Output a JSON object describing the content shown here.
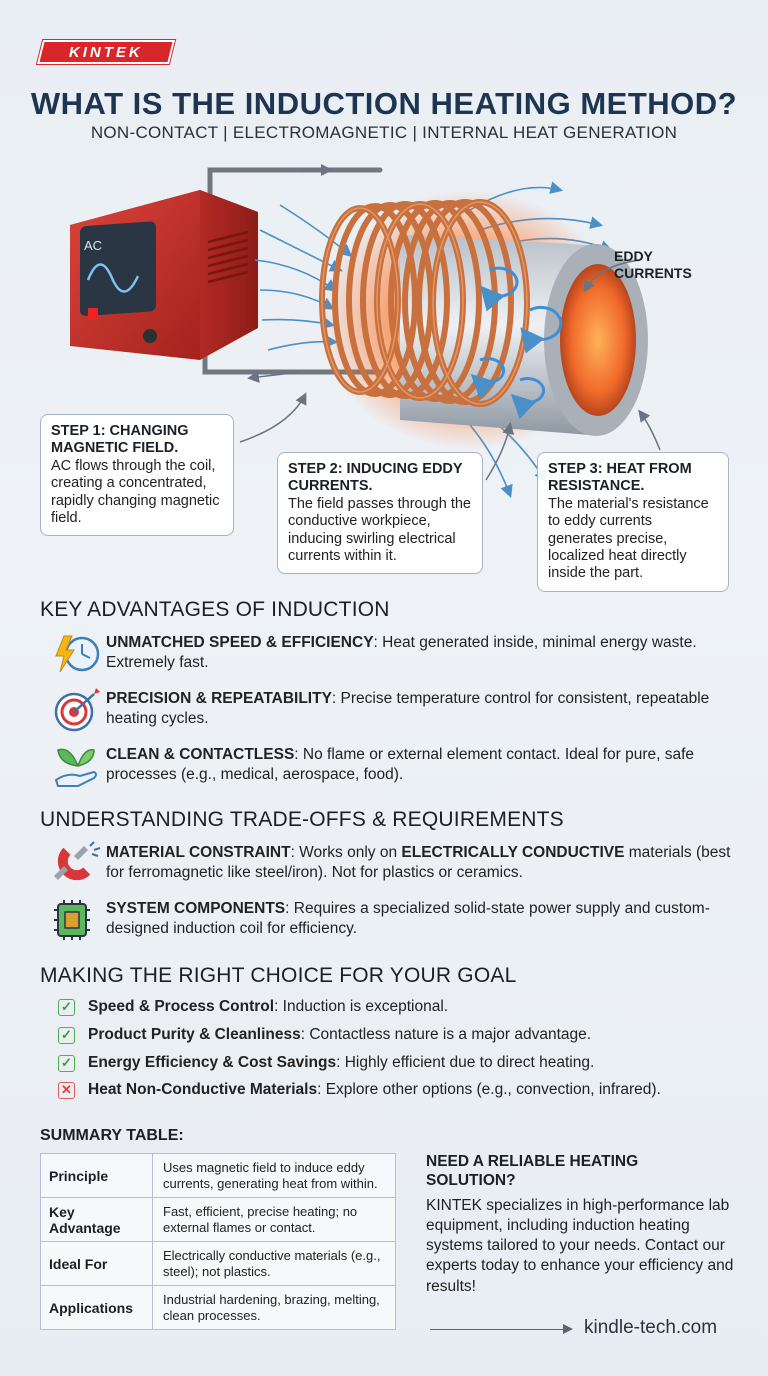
{
  "brand": {
    "logo_text": "KINTEK",
    "website": "kindle-tech.com"
  },
  "header": {
    "title": "WHAT IS THE INDUCTION HEATING METHOD?",
    "subtitle": "NON-CONTACT | ELECTROMAGNETIC | INTERNAL HEAT GENERATION"
  },
  "illustration": {
    "power_label": "AC",
    "eddy_label_line1": "EDDY",
    "eddy_label_line2": "CURRENTS",
    "steps": [
      {
        "title": "STEP 1: CHANGING MAGNETIC FIELD.",
        "body": "AC flows through the coil, creating a concentrated, rapidly changing magnetic field."
      },
      {
        "title": "STEP 2: INDUCING EDDY CURRENTS.",
        "body": "The field passes through the conductive workpiece, inducing swirling electrical currents within it."
      },
      {
        "title": "STEP 3: HEAT FROM RESISTANCE.",
        "body": "The material's resistance to eddy currents generates precise, localized heat directly inside the part."
      }
    ]
  },
  "advantages": {
    "title": "KEY ADVANTAGES OF INDUCTION",
    "items": [
      {
        "icon": "lightning-clock-icon",
        "bold": "UNMATCHED SPEED & EFFICIENCY",
        "text": ": Heat generated inside, minimal energy waste. Extremely fast."
      },
      {
        "icon": "target-icon",
        "bold": "PRECISION & REPEATABILITY",
        "text": ": Precise temperature control for consistent, repeatable heating cycles."
      },
      {
        "icon": "leaf-hand-icon",
        "bold": "CLEAN & CONTACTLESS",
        "text": ": No flame or external element contact. Ideal for pure, safe processes (e.g., medical, aerospace, food)."
      }
    ]
  },
  "tradeoffs": {
    "title": "UNDERSTANDING TRADE-OFFS & REQUIREMENTS",
    "items": [
      {
        "icon": "magnet-icon",
        "bold": "MATERIAL CONSTRAINT",
        "pre": ": Works only on ",
        "bold2": "ELECTRICALLY CONDUCTIVE",
        "text": " materials (best for ferromagnetic like steel/iron). Not for plastics or ceramics."
      },
      {
        "icon": "chip-icon",
        "bold": "SYSTEM COMPONENTS",
        "text": ": Requires a specialized solid-state power supply and custom-designed induction coil for efficiency."
      }
    ]
  },
  "choice": {
    "title": "MAKING THE RIGHT CHOICE FOR YOUR GOAL",
    "items": [
      {
        "status": "check",
        "bold": "Speed & Process Control",
        "text": ": Induction is exceptional."
      },
      {
        "status": "check",
        "bold": "Product Purity & Cleanliness",
        "text": ": Contactless nature is a major advantage."
      },
      {
        "status": "check",
        "bold": "Energy Efficiency & Cost Savings",
        "text": ": Highly efficient due to direct heating."
      },
      {
        "status": "cross",
        "bold": "Heat Non-Conductive Materials",
        "text": ": Explore other options (e.g., convection, infrared)."
      }
    ]
  },
  "summary": {
    "title": "SUMMARY TABLE:",
    "rows": [
      {
        "key": "Principle",
        "value": "Uses magnetic field to induce eddy currents, generating heat from within."
      },
      {
        "key": "Key Advantage",
        "value": "Fast, efficient, precise heating; no external flames or contact."
      },
      {
        "key": "Ideal For",
        "value": "Electrically conductive materials (e.g., steel); not plastics."
      },
      {
        "key": "Applications",
        "value": "Industrial hardening, brazing, melting, clean processes."
      }
    ]
  },
  "cta": {
    "title": "NEED A RELIABLE HEATING SOLUTION?",
    "body": "KINTEK specializes in high-performance lab equipment, including induction heating systems tailored to your needs. Contact our experts today to enhance your efficiency and results!"
  },
  "colors": {
    "brand_red": "#d8262b",
    "title_navy": "#1e3552",
    "check_green": "#4caf50",
    "cross_red": "#e25a5a",
    "copper": "#c8703e"
  }
}
